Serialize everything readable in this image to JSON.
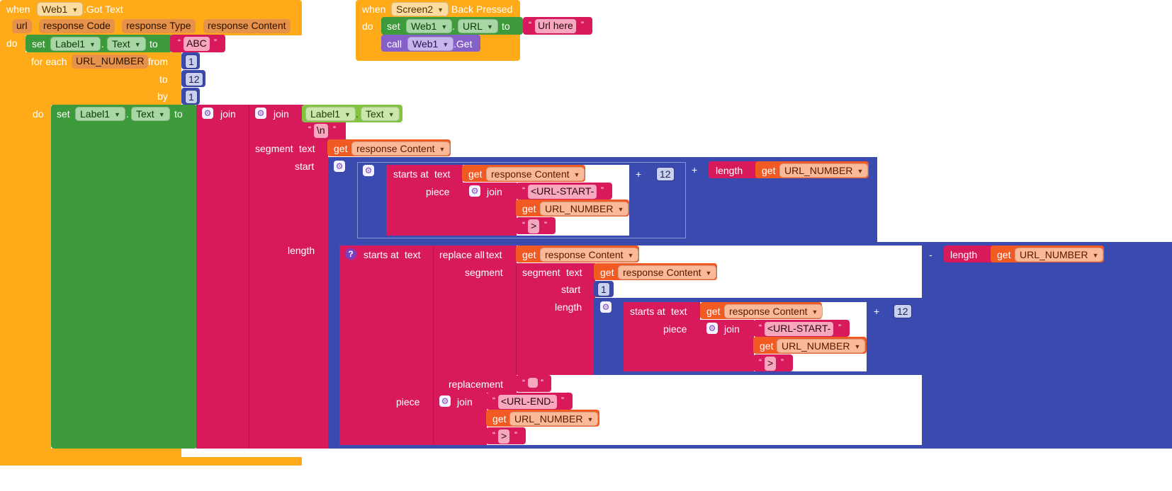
{
  "got_text": {
    "when": "when",
    "component": "Web1",
    "event": ".Got Text",
    "params": [
      "url",
      "response Code",
      "response Type",
      "response Content"
    ],
    "do": "do"
  },
  "set1": {
    "set": "set",
    "comp": "Label1",
    "prop": "Text",
    "to": "to",
    "value": "ABC"
  },
  "loop": {
    "for_each": "for each",
    "var": "URL_NUMBER",
    "from": "from",
    "from_val": "1",
    "to": "to",
    "to_val": "12",
    "by": "by",
    "by_val": "1",
    "do": "do"
  },
  "set2": {
    "set": "set",
    "comp": "Label1",
    "prop": "Text",
    "to": "to"
  },
  "join_label": "join",
  "inner_join": {
    "comp": "Label1",
    "prop": "Text",
    "newline": "\\n"
  },
  "segment": {
    "label": "segment",
    "text": "text",
    "start": "start",
    "length": "length"
  },
  "get_word": "get",
  "response_content": "response Content",
  "url_number": "URL_NUMBER",
  "starts_at": "starts at",
  "text_word": "text",
  "piece": "piece",
  "url_start": "<URL-START-",
  "gt": ">",
  "url_end": "<URL-END-",
  "plus": "+",
  "minus": "-",
  "twelve": "12",
  "one": "1",
  "length_word": "length",
  "replace_all": "replace all",
  "segment_word": "segment",
  "replacement": "replacement",
  "screen2": {
    "when": "when",
    "component": "Screen2",
    "event": "Back Pressed",
    "do": "do",
    "set": "set",
    "comp": "Web1",
    "prop": "URL",
    "to": "to",
    "value": "Url here",
    "call": "call",
    "call_comp": "Web1",
    "method": ".Get"
  },
  "colors": {
    "event": "#ffab19",
    "setter": "#3e9b3b",
    "text": "#d81a5d",
    "math": "#3a4aae",
    "variable": "#f15a22",
    "component": "#82c341",
    "call": "#8560c9"
  }
}
